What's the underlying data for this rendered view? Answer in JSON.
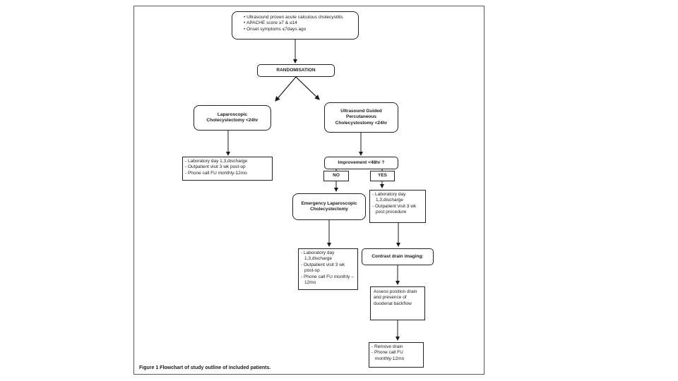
{
  "figure": {
    "caption": "Figure 1 Flowchart of study outline of included patients."
  },
  "colors": {
    "line": "#1a1a1a",
    "box_border": "#222222",
    "background": "#ffffff"
  },
  "nodes": {
    "criteria": {
      "bullets": [
        "Ultrasound proven acute calculous cholecystitis",
        "APACHE score ≥7 & ≤14",
        "Onset symptoms ≤7days ago"
      ]
    },
    "randomisation": {
      "label": "RANDOMISATION"
    },
    "lap_chole": {
      "lines": [
        "Laparoscopic",
        "Cholecystectomy <24hr"
      ]
    },
    "us_chole": {
      "lines": [
        "Ultrasound Guided",
        "Percutaneous",
        "Cholecystostomy <24hr"
      ]
    },
    "lap_followup": {
      "items": [
        "- Laboratory day 1,3,discharge",
        "- Outpatient visit 3 wk post-op",
        "- Phone call FU monthly-12mo"
      ]
    },
    "improvement": {
      "label": "Improvement <48hr ?"
    },
    "decision_no": {
      "label": "NO"
    },
    "decision_yes": {
      "label": "YES"
    },
    "emergency": {
      "lines": [
        "Emergency Laparoscopic",
        "Cholecystectomy"
      ]
    },
    "yes_followup": {
      "items": [
        "- Laboratory day 1,3,discharge",
        "- Outpatient visit 3 wk post procedure"
      ]
    },
    "emergency_followup": {
      "items": [
        "- Laboratory day 1,3,discharge",
        "- Outpatient visit 3 wk post-op",
        "- Phone call FU monthly – 12mo"
      ]
    },
    "contrast": {
      "label": "Contrast drain imaging:"
    },
    "assess": {
      "text": "Assess position drain and presence of duodenal backflow"
    },
    "remove": {
      "items": [
        "- Remove drain",
        "- Phone call FU monthly-12mo"
      ]
    }
  }
}
